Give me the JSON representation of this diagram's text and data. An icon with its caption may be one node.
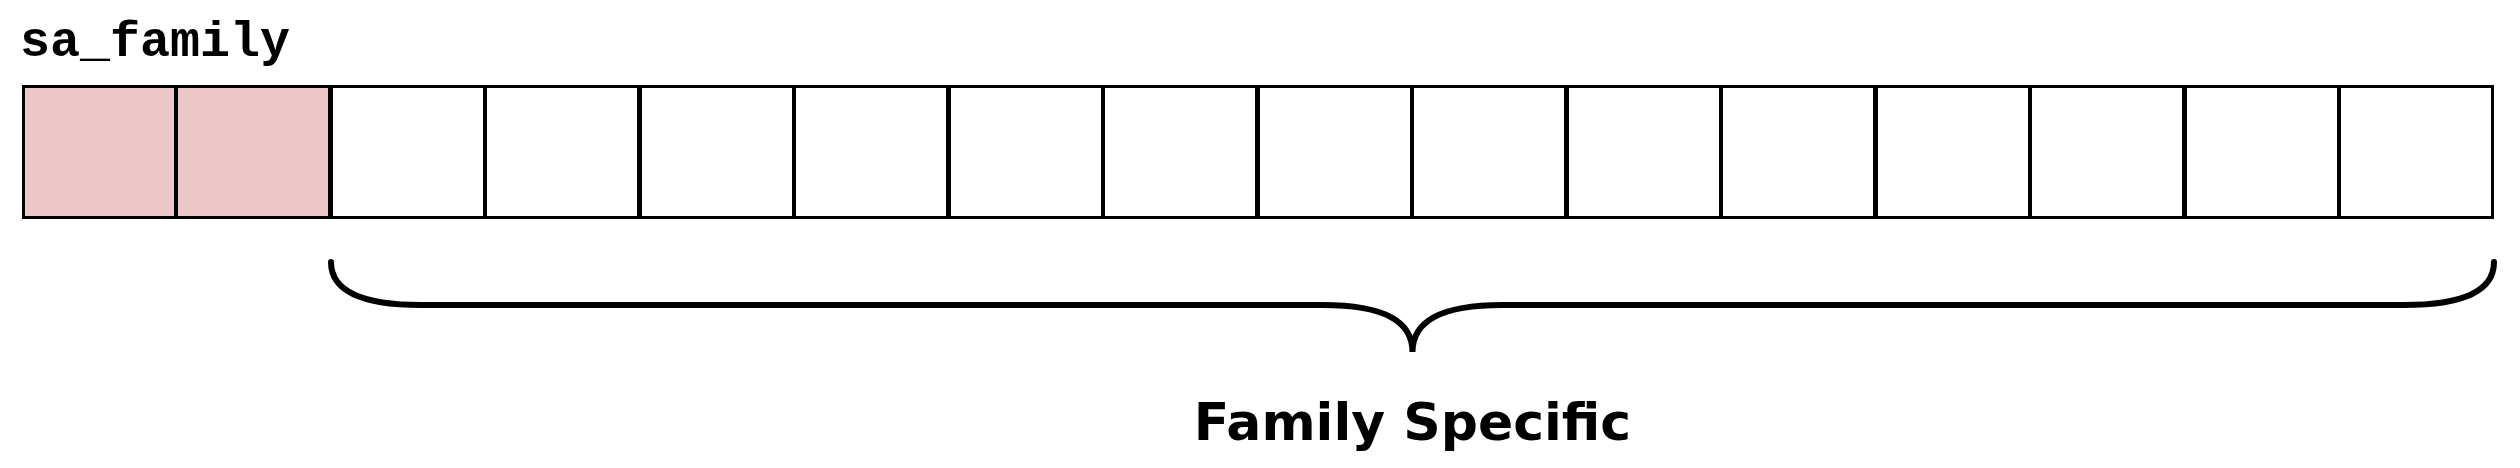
{
  "diagram": {
    "nodes": [
      {
        "text": [],
        "shape": "box"
      },
      {
        "text": [],
        "shape": "box"
      },
      {
        "text": [],
        "shape": "box"
      },
      {
        "text": [],
        "shape": "box"
      },
      {
        "text": [],
        "shape": "box"
      },
      {
        "text": [],
        "shape": "box"
      },
      {
        "text": [],
        "shape": "box"
      },
      {
        "text": [],
        "shape": "box"
      },
      {
        "text": [],
        "shape": "box"
      },
      {
        "text": [],
        "shape": "box"
      },
      {
        "text": [],
        "shape": "box"
      },
      {
        "text": [],
        "shape": "box"
      },
      {
        "text": [],
        "shape": "box"
      },
      {
        "text": [],
        "shape": "box"
      },
      {
        "text": [],
        "shape": "box"
      },
      {
        "text": [],
        "shape": "box"
      }
    ],
    "labels": [
      "sa_family",
      "Family Specific"
    ]
  }
}
